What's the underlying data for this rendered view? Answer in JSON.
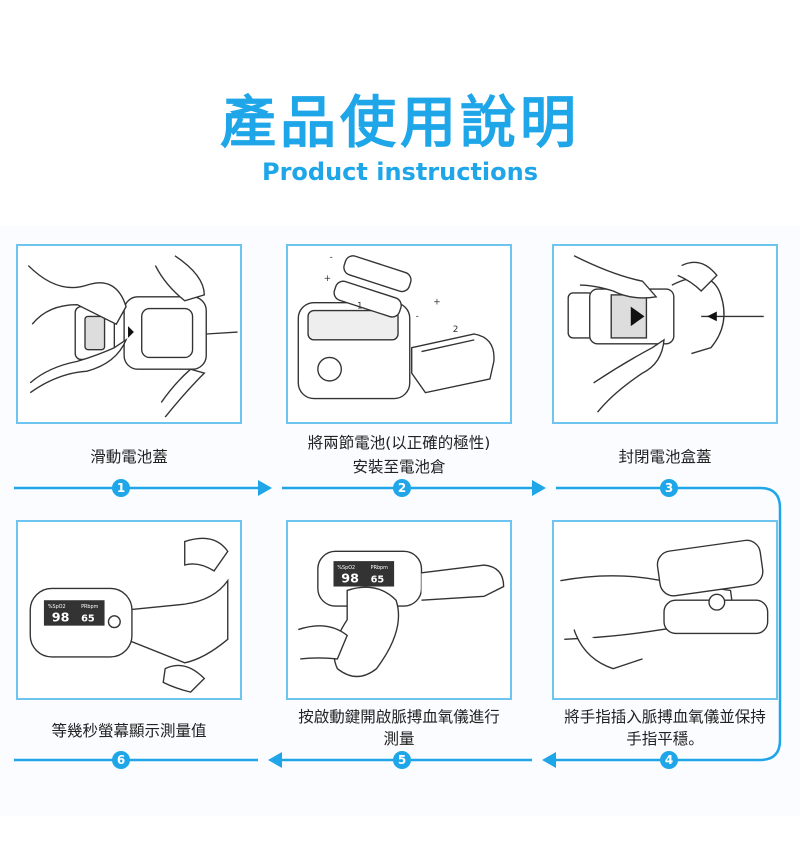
{
  "header": {
    "title_zh": "產品使用說明",
    "title_en": "Product instructions"
  },
  "colors": {
    "accent": "#1ea6e8",
    "panel_border": "#6cc4ef"
  },
  "steps": [
    {
      "number": "1",
      "caption": "滑動電池蓋",
      "image": "finger-sliding-battery-cover"
    },
    {
      "number": "2",
      "caption_line1": "將兩節電池(以正確的極性)",
      "caption_line2": "安裝至電池倉",
      "image": "batteries-into-compartment"
    },
    {
      "number": "3",
      "caption": "封閉電池盒蓋",
      "image": "closing-battery-cover"
    },
    {
      "number": "4",
      "caption_line1": "將手指插入脈搏血氧儀並保持",
      "caption_line2": "手指平穩。",
      "image": "finger-inserted-oximeter"
    },
    {
      "number": "5",
      "caption_line1": "按啟動鍵開啟脈搏血氧儀進行",
      "caption_line2": "測量",
      "image": "pressing-power-button"
    },
    {
      "number": "6",
      "caption": "等幾秒螢幕顯示測量值",
      "image": "reading-display-values"
    }
  ],
  "device_display": {
    "spo2_label": "%SpO2",
    "pr_label": "PRbpm",
    "spo2": "98",
    "pr": "65"
  },
  "battery_labels": {
    "minus": "-",
    "plus": "+",
    "one": "1",
    "two": "2"
  }
}
